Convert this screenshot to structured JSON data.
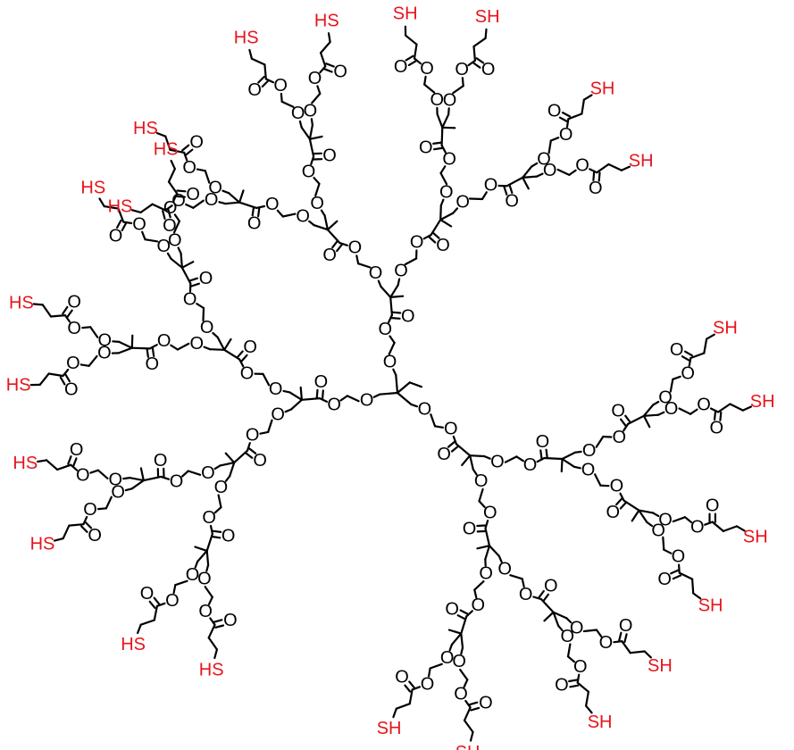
{
  "diagram": {
    "type": "chemical-structure",
    "description_of_labels": "atom labels only; no title printed",
    "atom_labels": {
      "oxygen": "O",
      "thiol": "SH",
      "thiol_left": "HS"
    },
    "colors": {
      "bond": "#000000",
      "oxygen": "#000000",
      "thiol": "#e8141b"
    },
    "generations": 4,
    "core_arms": 3,
    "branching_factor": 2,
    "terminal_thiol_count": 24
  }
}
